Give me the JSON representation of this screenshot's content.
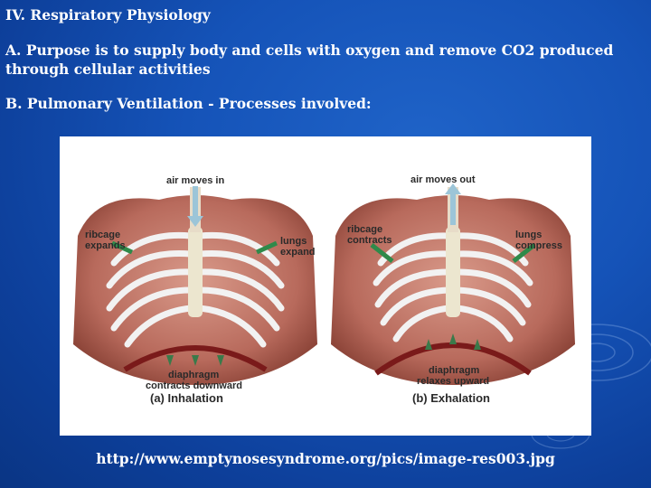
{
  "heading": "IV. Respiratory Physiology",
  "point_a": "A.  Purpose is to supply body and cells with oxygen and remove CO2 produced through cellular activities",
  "point_b": "B.  Pulmonary Ventilation - Processes involved:",
  "figure": {
    "inhalation": {
      "air_label": "air moves in",
      "ribcage_label_1": "ribcage",
      "ribcage_label_2": "expands",
      "lungs_label_1": "lungs",
      "lungs_label_2": "expand",
      "diaphragm_label_1": "diaphragm",
      "diaphragm_label_2": "contracts downward",
      "caption": "(a) Inhalation"
    },
    "exhalation": {
      "air_label": "air moves out",
      "ribcage_label_1": "ribcage",
      "ribcage_label_2": "contracts",
      "lungs_label_1": "lungs",
      "lungs_label_2": "compress",
      "diaphragm_label_1": "diaphragm",
      "diaphragm_label_2": "relaxes upward",
      "caption": "(b) Exhalation"
    }
  },
  "source_url": "http://www.emptynosesyndrome.org/pics/image-res003.jpg"
}
